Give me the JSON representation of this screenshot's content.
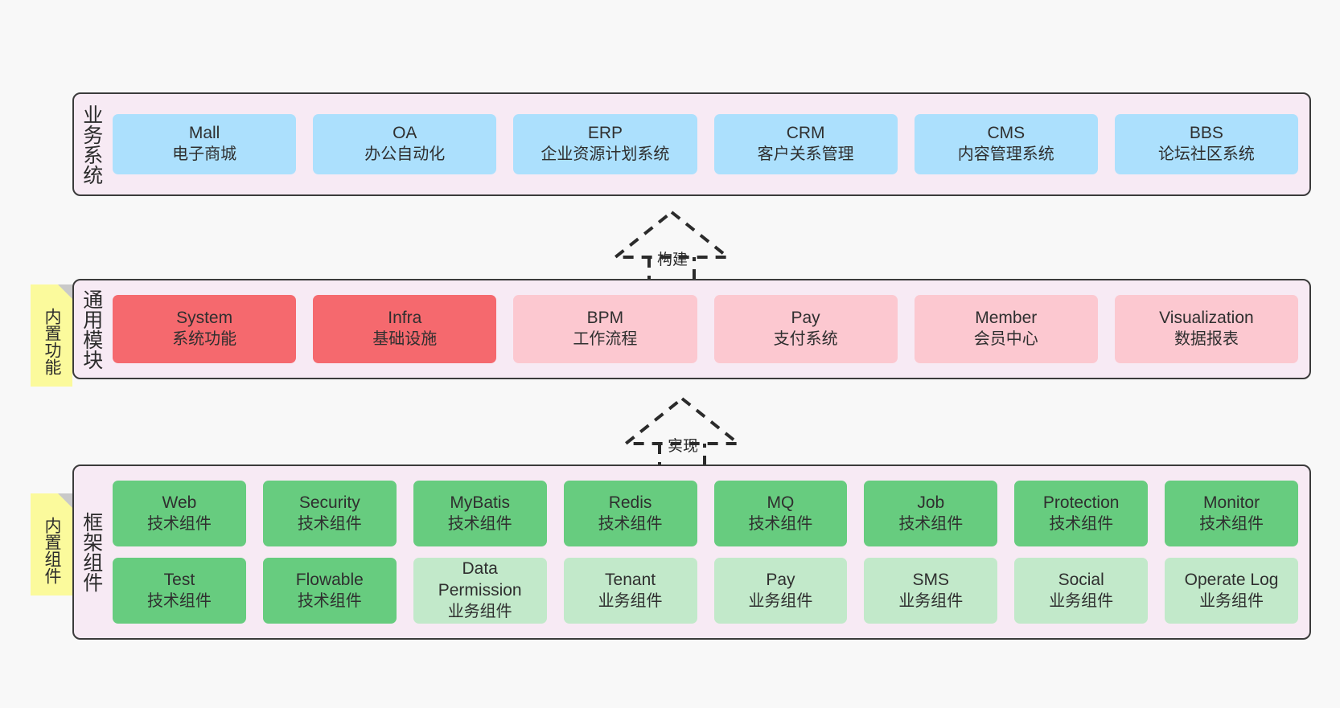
{
  "diagram": {
    "title": "",
    "background_color": "#f8f8f8",
    "panel_color": "#f7eaf4",
    "panel_border_color": "#3b3b3b",
    "sticky_color": "#fbfa9c"
  },
  "layers": [
    {
      "key": "business",
      "label": "业务系统",
      "sticky": null,
      "rows": [
        {
          "nodes": [
            {
              "name": "Mall",
              "sub": "电子商城",
              "color": "#ace0fd",
              "style": "c-blue"
            },
            {
              "name": "OA",
              "sub": "办公自动化",
              "color": "#ace0fd",
              "style": "c-blue"
            },
            {
              "name": "ERP",
              "sub": "企业资源计划系统",
              "color": "#ace0fd",
              "style": "c-blue"
            },
            {
              "name": "CRM",
              "sub": "客户关系管理",
              "color": "#ace0fd",
              "style": "c-blue"
            },
            {
              "name": "CMS",
              "sub": "内容管理系统",
              "color": "#ace0fd",
              "style": "c-blue"
            },
            {
              "name": "BBS",
              "sub": "论坛社区系统",
              "color": "#ace0fd",
              "style": "c-blue"
            }
          ]
        }
      ]
    },
    {
      "key": "modules",
      "label": "通用模块",
      "sticky": "内置功能",
      "rows": [
        {
          "nodes": [
            {
              "name": "System",
              "sub": "系统功能",
              "color": "#f5696e",
              "style": "c-red"
            },
            {
              "name": "Infra",
              "sub": "基础设施",
              "color": "#f5696e",
              "style": "c-red"
            },
            {
              "name": "BPM",
              "sub": "工作流程",
              "color": "#fcc8d0",
              "style": "c-pink"
            },
            {
              "name": "Pay",
              "sub": "支付系统",
              "color": "#fcc8d0",
              "style": "c-pink"
            },
            {
              "name": "Member",
              "sub": "会员中心",
              "color": "#fcc8d0",
              "style": "c-pink"
            },
            {
              "name": "Visualization",
              "sub": "数据报表",
              "color": "#fcc8d0",
              "style": "c-pink"
            }
          ]
        }
      ]
    },
    {
      "key": "framework",
      "label": "框架组件",
      "sticky": "内置组件",
      "rows": [
        {
          "nodes": [
            {
              "name": "Web",
              "sub": "技术组件",
              "color": "#67cc7f",
              "style": "c-green"
            },
            {
              "name": "Security",
              "sub": "技术组件",
              "color": "#67cc7f",
              "style": "c-green"
            },
            {
              "name": "MyBatis",
              "sub": "技术组件",
              "color": "#67cc7f",
              "style": "c-green"
            },
            {
              "name": "Redis",
              "sub": "技术组件",
              "color": "#67cc7f",
              "style": "c-green"
            },
            {
              "name": "MQ",
              "sub": "技术组件",
              "color": "#67cc7f",
              "style": "c-green"
            },
            {
              "name": "Job",
              "sub": "技术组件",
              "color": "#67cc7f",
              "style": "c-green"
            },
            {
              "name": "Protection",
              "sub": "技术组件",
              "color": "#67cc7f",
              "style": "c-green"
            },
            {
              "name": "Monitor",
              "sub": "技术组件",
              "color": "#67cc7f",
              "style": "c-green"
            }
          ]
        },
        {
          "nodes": [
            {
              "name": "Test",
              "sub": "技术组件",
              "color": "#67cc7f",
              "style": "c-green"
            },
            {
              "name": "Flowable",
              "sub": "技术组件",
              "color": "#67cc7f",
              "style": "c-green"
            },
            {
              "name": "Data Permission",
              "sub": "业务组件",
              "color": "#c2e9ca",
              "style": "c-lgreen"
            },
            {
              "name": "Tenant",
              "sub": "业务组件",
              "color": "#c2e9ca",
              "style": "c-lgreen"
            },
            {
              "name": "Pay",
              "sub": "业务组件",
              "color": "#c2e9ca",
              "style": "c-lgreen"
            },
            {
              "name": "SMS",
              "sub": "业务组件",
              "color": "#c2e9ca",
              "style": "c-lgreen"
            },
            {
              "name": "Social",
              "sub": "业务组件",
              "color": "#c2e9ca",
              "style": "c-lgreen"
            },
            {
              "name": "Operate Log",
              "sub": "业务组件",
              "color": "#c2e9ca",
              "style": "c-lgreen"
            }
          ]
        }
      ]
    }
  ],
  "connectors": [
    {
      "key": "build",
      "label": "构建",
      "from": "modules",
      "to": "business"
    },
    {
      "key": "implement",
      "label": "实现",
      "from": "framework",
      "to": "modules"
    }
  ]
}
